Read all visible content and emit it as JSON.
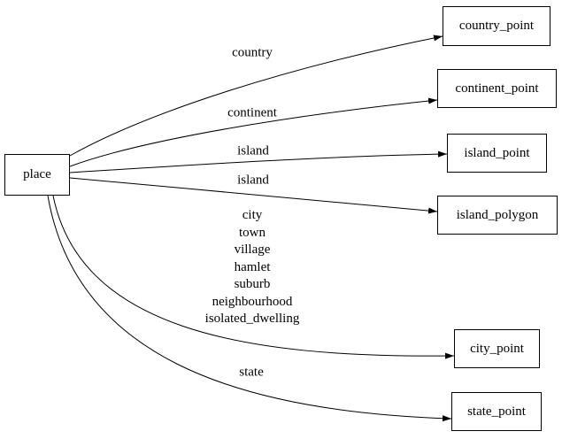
{
  "diagram": {
    "background_color": "#ffffff",
    "line_color": "#000000",
    "text_color": "#000000",
    "nodes": [
      {
        "id": "place",
        "label": "place"
      },
      {
        "id": "country_point",
        "label": "country_point"
      },
      {
        "id": "continent_point",
        "label": "continent_point"
      },
      {
        "id": "island_point",
        "label": "island_point"
      },
      {
        "id": "island_polygon",
        "label": "island_polygon"
      },
      {
        "id": "city_point",
        "label": "city_point"
      },
      {
        "id": "state_point",
        "label": "state_point"
      }
    ],
    "edges": [
      {
        "from": "place",
        "to": "country_point",
        "label": "country"
      },
      {
        "from": "place",
        "to": "continent_point",
        "label": "continent"
      },
      {
        "from": "place",
        "to": "island_point",
        "label": "island"
      },
      {
        "from": "place",
        "to": "island_polygon",
        "label": "island"
      },
      {
        "from": "place",
        "to": "city_point",
        "label": "city\ntown\nvillage\nhamlet\nsuburb\nneighbourhood\nisolated_dwelling"
      },
      {
        "from": "place",
        "to": "state_point",
        "label": "state"
      }
    ]
  }
}
